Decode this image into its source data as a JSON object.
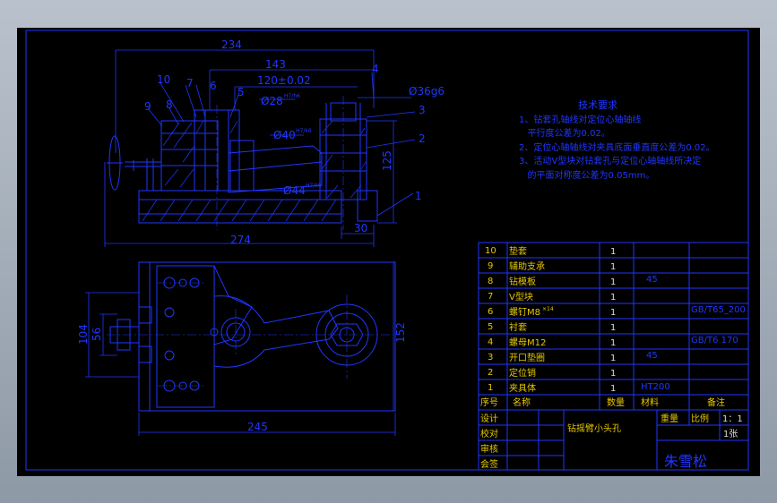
{
  "colors": {
    "line": "#1f36ff",
    "text_yellow": "#e6c800",
    "text_white": "#dcdcdc",
    "background": "#000000"
  },
  "dims": {
    "d234": "234",
    "d143": "143",
    "d120": "120±0.02",
    "d28": "Ø28",
    "d28_tol": "H7/h6",
    "d40": "Ø40",
    "d40_tol": "H7/k6",
    "d44": "Ø44",
    "d44_tol": "H7/k6",
    "d36": "Ø36g6",
    "d125": "125",
    "d30": "30",
    "d274": "274",
    "d104": "104",
    "d56": "56",
    "d152": "152",
    "d245": "245"
  },
  "balloons": [
    "1",
    "2",
    "3",
    "4",
    "5",
    "6",
    "7",
    "8",
    "9",
    "10"
  ],
  "tech": {
    "title": "技术要求",
    "lines": [
      "1、钻套孔轴线对定位心轴轴线",
      "   平行度公差为0.02。",
      "2、定位心轴轴线对夹具底面垂直度公差为0.02。",
      "3、活动V型块对钻套孔与定位心轴轴线所决定",
      "   的平面对称度公差为0.05mm。"
    ]
  },
  "bom": {
    "rows": [
      {
        "no": "10",
        "name": "垫套",
        "qty": "1",
        "mat": "",
        "std": ""
      },
      {
        "no": "9",
        "name": "辅助支承",
        "qty": "1",
        "mat": "",
        "std": ""
      },
      {
        "no": "8",
        "name": "钻模板",
        "qty": "1",
        "mat": "45",
        "std": ""
      },
      {
        "no": "7",
        "name": "V型块",
        "qty": "1",
        "mat": "",
        "std": ""
      },
      {
        "no": "6",
        "name": "螺钉M8",
        "qty": "1",
        "mat": "",
        "std": "GB/T65_200",
        "sup": "×14"
      },
      {
        "no": "5",
        "name": "衬套",
        "qty": "1",
        "mat": "",
        "std": ""
      },
      {
        "no": "4",
        "name": "螺母M12",
        "qty": "1",
        "mat": "",
        "std": "GB/T6 170"
      },
      {
        "no": "3",
        "name": "开口垫圈",
        "qty": "1",
        "mat": "45",
        "std": ""
      },
      {
        "no": "2",
        "name": "定位销",
        "qty": "1",
        "mat": "",
        "std": ""
      },
      {
        "no": "1",
        "name": "夹具体",
        "qty": "1",
        "mat": "HT200",
        "std": ""
      }
    ],
    "header": {
      "no": "序号",
      "name": "名称",
      "qty": "数量",
      "mat": "材料",
      "std": "备注"
    }
  },
  "title_block": {
    "design": "设计",
    "check": "校对",
    "review": "审核",
    "approve": "会签",
    "drawing_name": "钻摇臂小头孔",
    "weight": "重量",
    "scale": "比例",
    "scale_val": "1：1",
    "sheet": "1张",
    "author": "朱雪松"
  }
}
